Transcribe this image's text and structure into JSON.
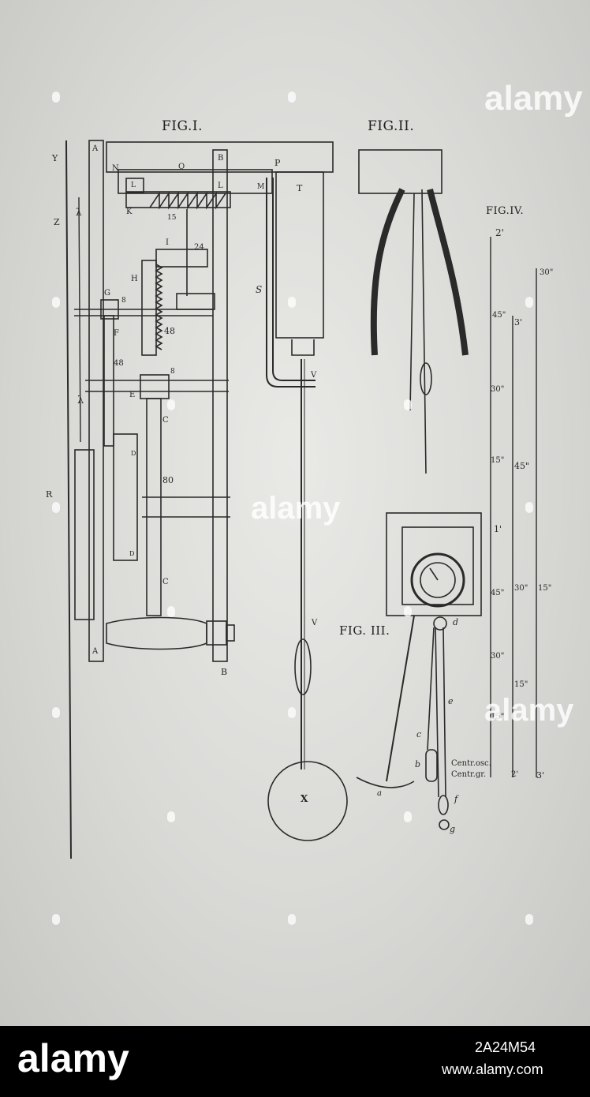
{
  "figures": {
    "fig1": "FIG.I.",
    "fig2": "FIG.II.",
    "fig3": "FIG. III.",
    "fig4": "FIG.IV."
  },
  "fig1_labels": {
    "A_top": "A",
    "A_bottom": "A",
    "B_top": "B",
    "B_bottom": "B",
    "N": "N",
    "Q": "Q",
    "P": "P",
    "M": "M",
    "T": "T",
    "L1": "L",
    "L2": "L",
    "K": "K",
    "n15": "15",
    "I": "I",
    "n24": "24",
    "H": "H",
    "n48a": "48",
    "G": "G",
    "n8a": "8",
    "F": "F",
    "n48b": "48",
    "E": "E",
    "n8b": "8",
    "C1": "C",
    "C2": "C",
    "n80": "80",
    "D1": "D",
    "D2": "D",
    "S": "S",
    "V1": "V",
    "V2": "V",
    "X": "X",
    "Y": "Y",
    "Z": "Z",
    "lambda1": "λ",
    "lambda2": "λ",
    "R": "R"
  },
  "fig3_labels": {
    "a": "a",
    "b": "b",
    "c": "c",
    "d": "d",
    "e": "e",
    "f": "f",
    "g": "g"
  },
  "fig4_scale": {
    "col1": [
      "2'",
      "45\"",
      "30\"",
      "15\"",
      "1'",
      "45\"",
      "30\"",
      "15\""
    ],
    "col2": [
      "3'",
      "45\"",
      "30\"",
      "15\""
    ],
    "col3": [
      "30\"",
      "15\""
    ],
    "centr_osc": "Centr.osc.",
    "centr_gr": "Centr.gr.",
    "bottom1": "2'",
    "bottom2": "3'"
  },
  "watermark": {
    "text": "alamy",
    "code": "2A24M54",
    "url": "www.alamy.com"
  }
}
